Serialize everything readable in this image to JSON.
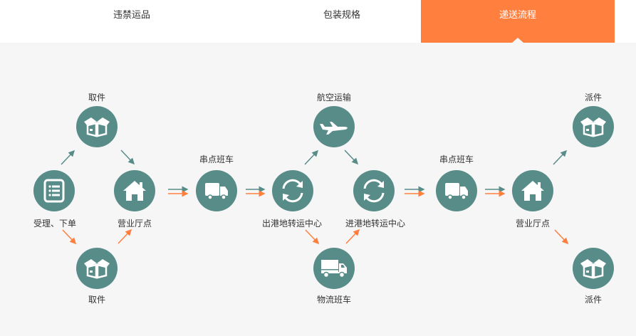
{
  "tabs": [
    {
      "label": "违禁运品",
      "active": false
    },
    {
      "label": "包装规格",
      "active": false
    },
    {
      "label": "递送流程",
      "active": true
    }
  ],
  "colors": {
    "accent": "#ff7f3f",
    "node": "#588c89",
    "background": "#f6f6f6",
    "arrow_teal": "#588c89",
    "arrow_orange": "#ff7f3f"
  },
  "flow": {
    "accept_order": {
      "label": "受理、下单",
      "icon": "list-icon"
    },
    "pickup_top": {
      "label": "取件",
      "icon": "box-icon"
    },
    "pickup_bottom": {
      "label": "取件",
      "icon": "box-icon"
    },
    "branch_origin": {
      "label": "营业厅点",
      "icon": "house-icon"
    },
    "shuttle_1": {
      "label": "串点班车",
      "icon": "truck-icon"
    },
    "outbound_hub": {
      "label": "出港地转运中心",
      "icon": "refresh-icon"
    },
    "air": {
      "label": "航空运输",
      "icon": "airplane-icon"
    },
    "ground": {
      "label": "物流班车",
      "icon": "lorry-icon"
    },
    "inbound_hub": {
      "label": "进港地转运中心",
      "icon": "refresh-icon"
    },
    "shuttle_2": {
      "label": "串点班车",
      "icon": "truck-icon"
    },
    "branch_dest": {
      "label": "营业厅点",
      "icon": "house-icon"
    },
    "deliver_top": {
      "label": "派件",
      "icon": "box-icon"
    },
    "deliver_bottom": {
      "label": "派件",
      "icon": "box-icon"
    }
  }
}
